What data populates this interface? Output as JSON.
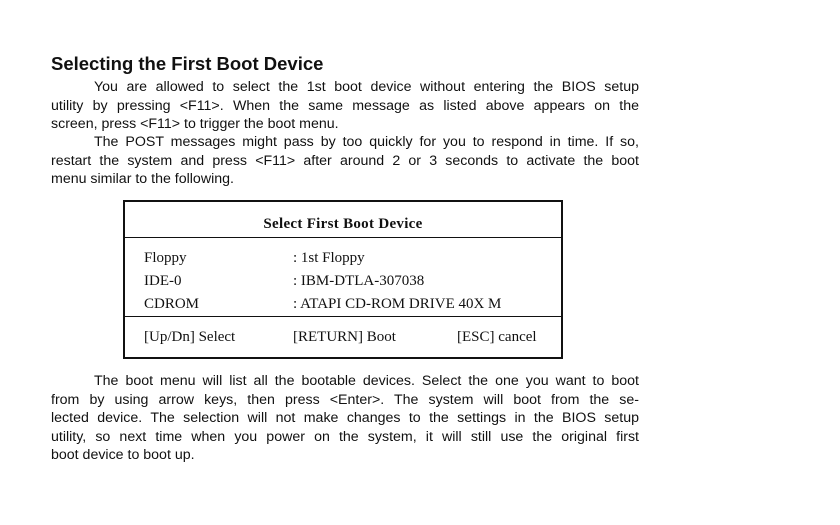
{
  "heading": "Selecting the First Boot Device",
  "paragraph1": [
    "You are allowed to select the 1st boot device without entering the BIOS setup",
    "utility by pressing <F11>.  When the same message as listed above appears on the",
    "screen, press <F11> to trigger the boot menu."
  ],
  "paragraph2": [
    "The POST messages might pass by too quickly for you to respond in time.  If so,",
    "restart the system and press <F11> after around 2 or 3 seconds to activate the boot",
    "menu similar to the following."
  ],
  "boot_menu": {
    "title": "Select First Boot Device",
    "devices": [
      {
        "name": "Floppy",
        "value": ": 1st Floppy"
      },
      {
        "name": "IDE-0",
        "value": ": IBM-DTLA-307038"
      },
      {
        "name": "CDROM",
        "value": ": ATAPI CD-ROM DRIVE 40X M"
      }
    ],
    "footer": {
      "select": "[Up/Dn] Select",
      "boot": "[RETURN] Boot",
      "cancel": "[ESC] cancel"
    }
  },
  "paragraph3": [
    "The boot menu will list all the bootable devices. Select the one you want to boot",
    "from by using arrow keys, then press <Enter>. The system will boot from the se-",
    "lected device.  The selection will not make changes to the settings in the BIOS setup",
    "utility, so next time when you power on the system, it will still use the original first",
    "boot device to boot up."
  ]
}
